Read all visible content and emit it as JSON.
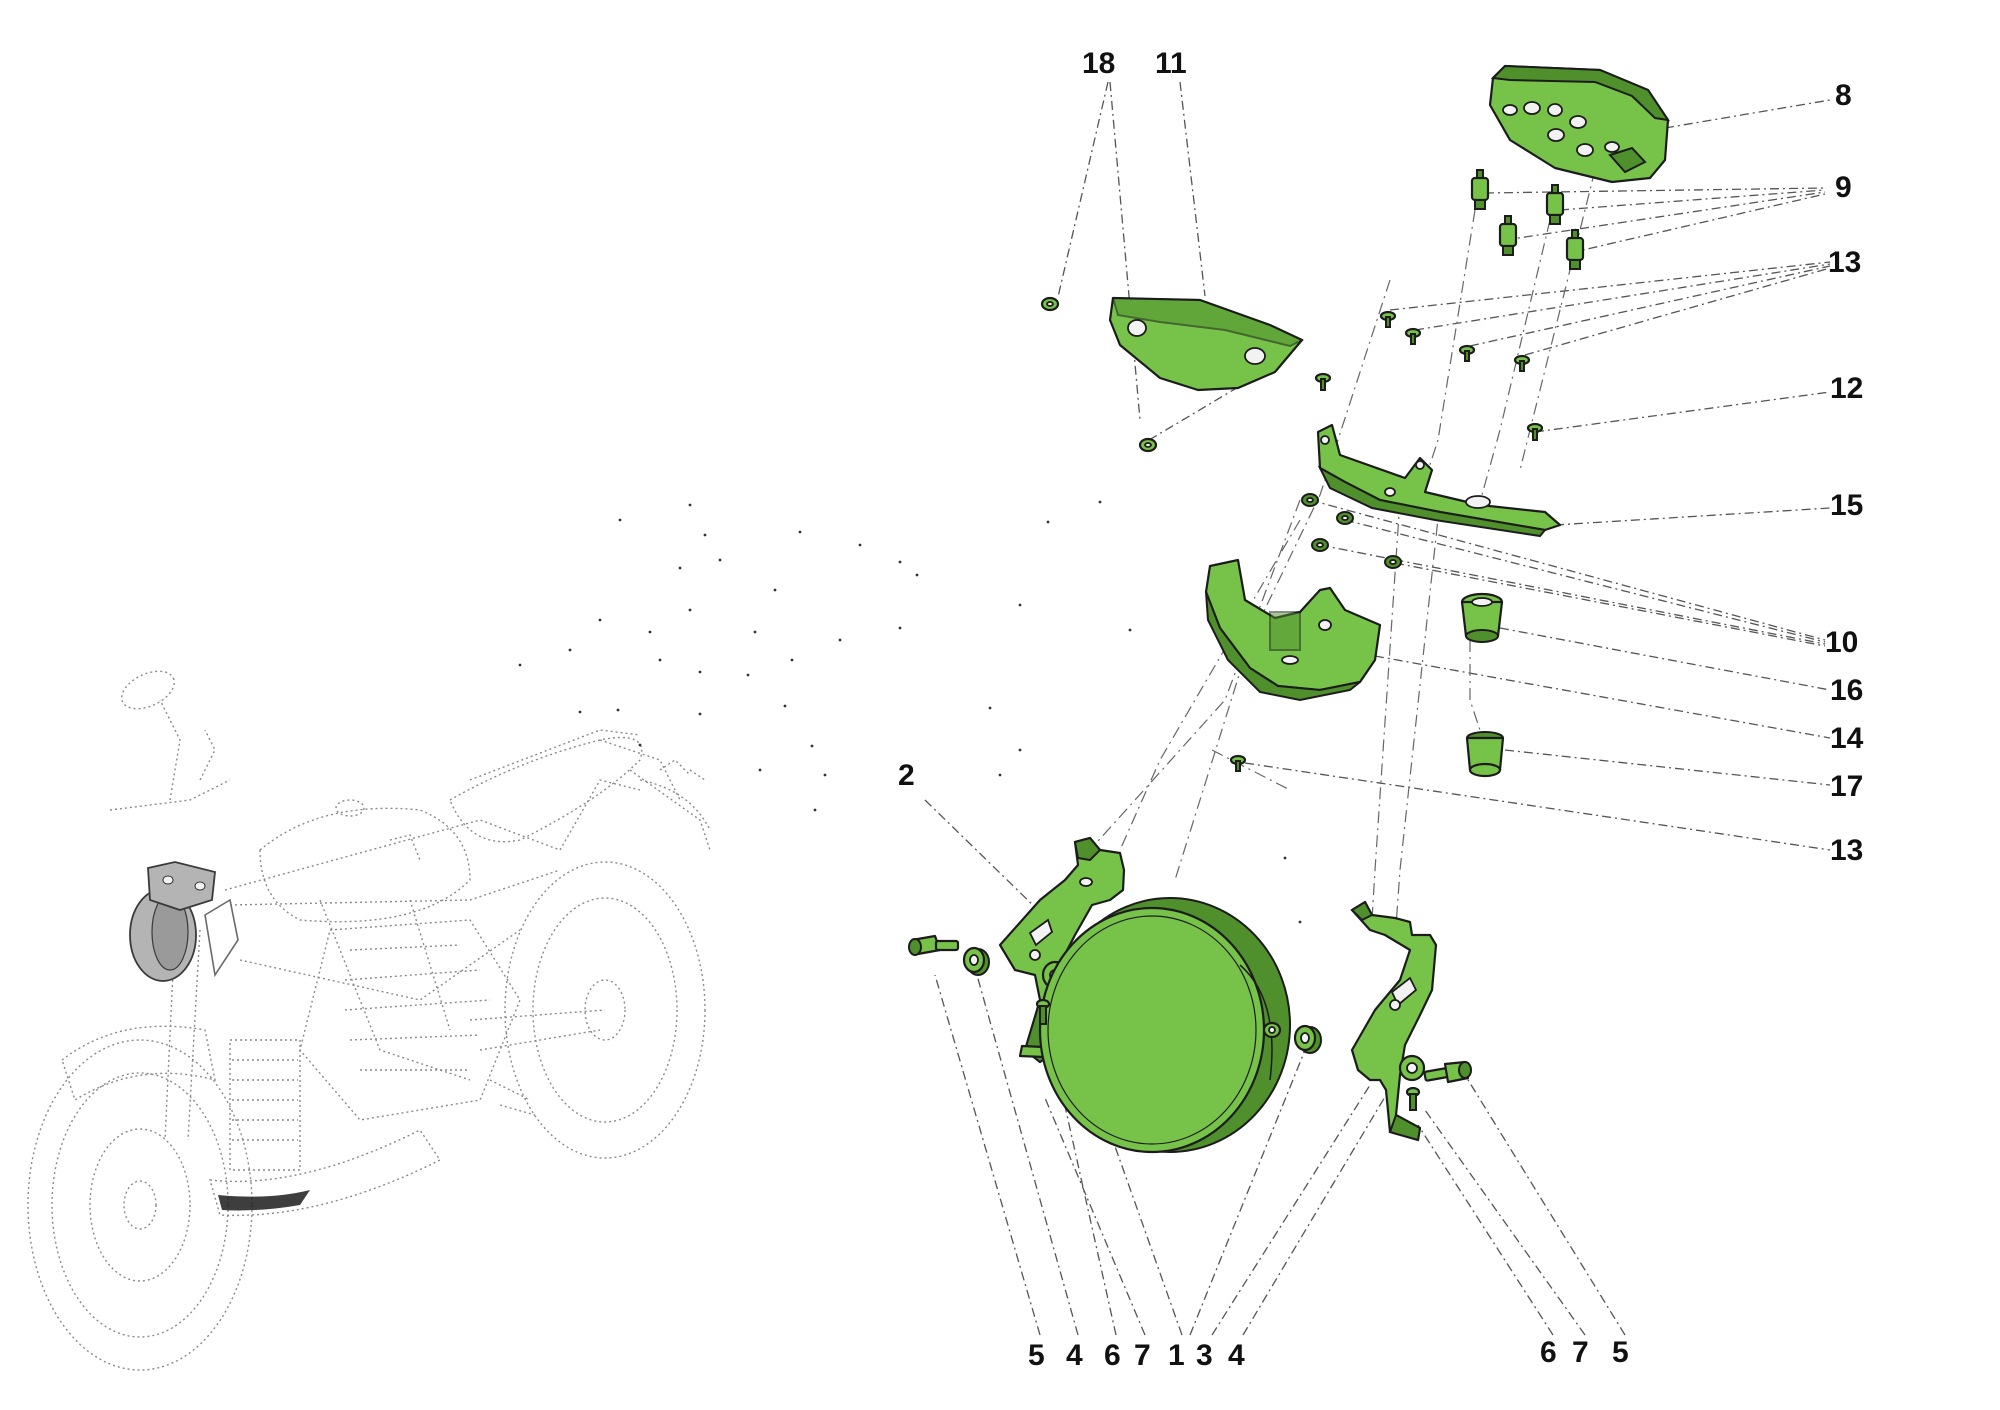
{
  "diagram": {
    "colors": {
      "part_fill": "#77c34a",
      "part_shade": "#4f8f2c",
      "line": "#1c1c1c",
      "background": "#ffffff"
    },
    "callouts": {
      "c18": "18",
      "c11": "11",
      "c8": "8",
      "c9": "9",
      "c13_top": "13",
      "c12": "12",
      "c15": "15",
      "c10": "10",
      "c16": "16",
      "c14": "14",
      "c17": "17",
      "c13_mid": "13",
      "c2": "2",
      "b5_left": "5",
      "b4_left": "4",
      "b6_left": "6",
      "b7_left": "7",
      "b1": "1",
      "b3": "3",
      "b4_right": "4",
      "b6_right": "6",
      "b7_right": "7",
      "b5_right": "5"
    }
  }
}
